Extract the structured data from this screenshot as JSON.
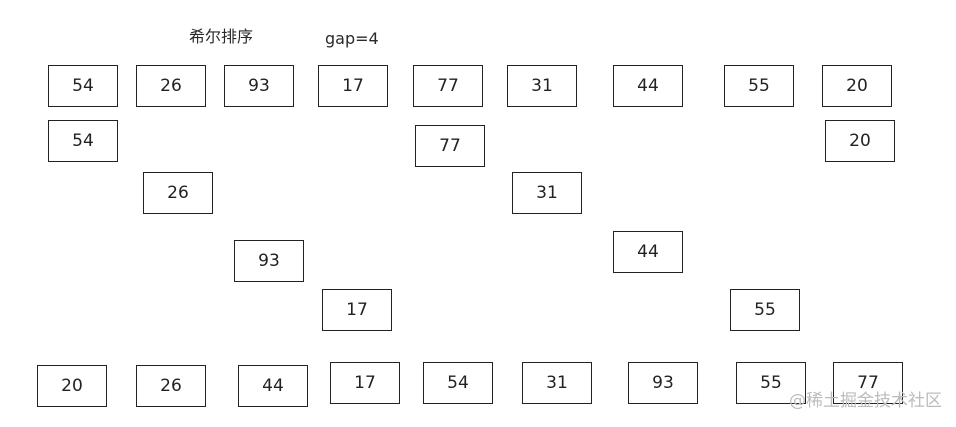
{
  "title": "希尔排序",
  "gap_label": "gap=4",
  "rows": {
    "original": [
      "54",
      "26",
      "93",
      "17",
      "77",
      "31",
      "44",
      "55",
      "20"
    ],
    "group_1": [
      "54",
      "77",
      "20"
    ],
    "group_2": [
      "26",
      "31"
    ],
    "group_3": [
      "93",
      "44"
    ],
    "group_4": [
      "17",
      "55"
    ],
    "result": [
      "20",
      "26",
      "44",
      "17",
      "54",
      "31",
      "93",
      "55",
      "77"
    ]
  },
  "watermark": "@稀土掘金技术社区"
}
